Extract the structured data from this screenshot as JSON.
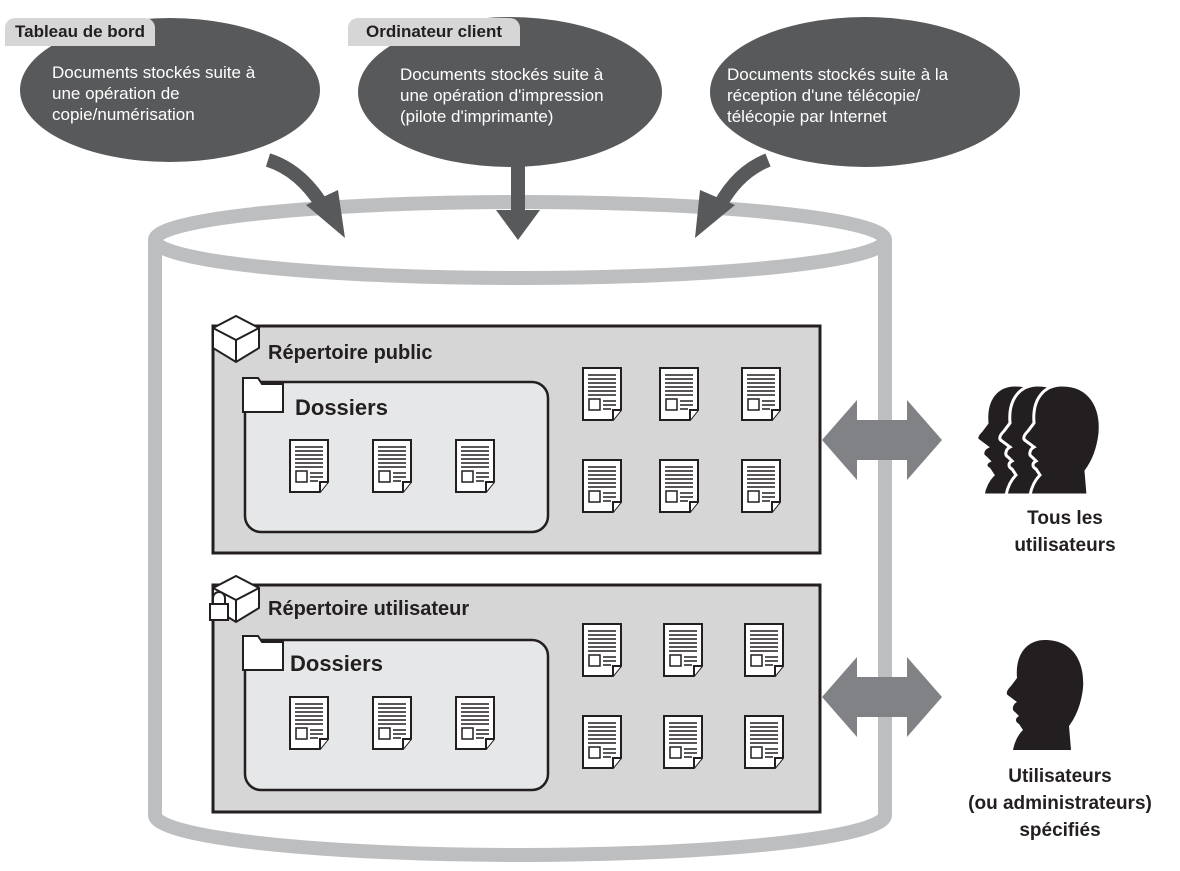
{
  "sources": [
    {
      "tag": "Tableau de bord",
      "text": "Documents stockés suite à\nune opération de\ncopie/numérisation"
    },
    {
      "tag": "Ordinateur client",
      "text": "Documents stockés suite à\nune opération d'impression\n(pilote d'imprimante)"
    },
    {
      "tag": "",
      "text": "Documents stockés suite à la\nréception d'une télécopie/\ntélécopie par Internet"
    }
  ],
  "public_dir": {
    "title": "Répertoire public",
    "folder": "Dossiers"
  },
  "user_dir": {
    "title": "Répertoire utilisateur",
    "folder": "Dossiers"
  },
  "users": {
    "all": "Tous les\nutilisateurs",
    "specified": "Utilisateurs\n(ou administrateurs)\nspécifiés"
  },
  "colors": {
    "bubble": "#58595b",
    "panel": "#d6d6d6",
    "outline": "#231f20",
    "cylinder": "#bcbec0",
    "arrow": "#808285"
  }
}
